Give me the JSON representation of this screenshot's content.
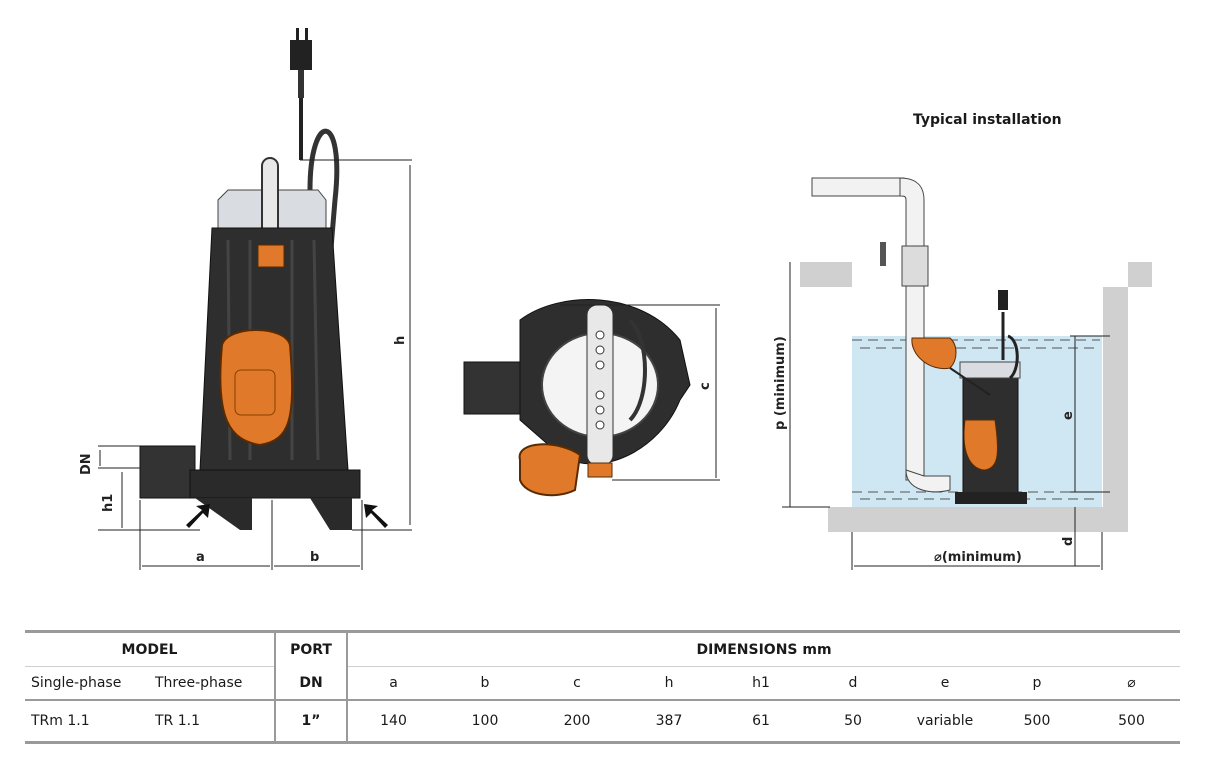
{
  "diagram_labels": {
    "h": "h",
    "DN": "DN",
    "h1": "h1",
    "a": "a",
    "b": "b",
    "c": "c",
    "p": "p (minimum)",
    "e": "e",
    "d": "d",
    "width_min": "⌀(minimum)"
  },
  "installation_title": "Typical installation",
  "table": {
    "model_header": "MODEL",
    "port_header": "PORT",
    "dimensions_header": "DIMENSIONS mm",
    "single_phase": "Single-phase",
    "three_phase": "Three-phase",
    "dn": "DN",
    "columns": [
      "a",
      "b",
      "c",
      "h",
      "h1",
      "d",
      "e",
      "p",
      "⌀"
    ],
    "row": {
      "single": "TRm 1.1",
      "three": "TR 1.1",
      "port": "1”",
      "values": [
        "140",
        "100",
        "200",
        "387",
        "61",
        "50",
        "variable",
        "500",
        "500"
      ]
    }
  },
  "colors": {
    "pump_body": "#2b2b2b",
    "float_switch": "#e07a2a",
    "water": "#cfe6f3",
    "pit_wall": "#cfcfcf"
  }
}
